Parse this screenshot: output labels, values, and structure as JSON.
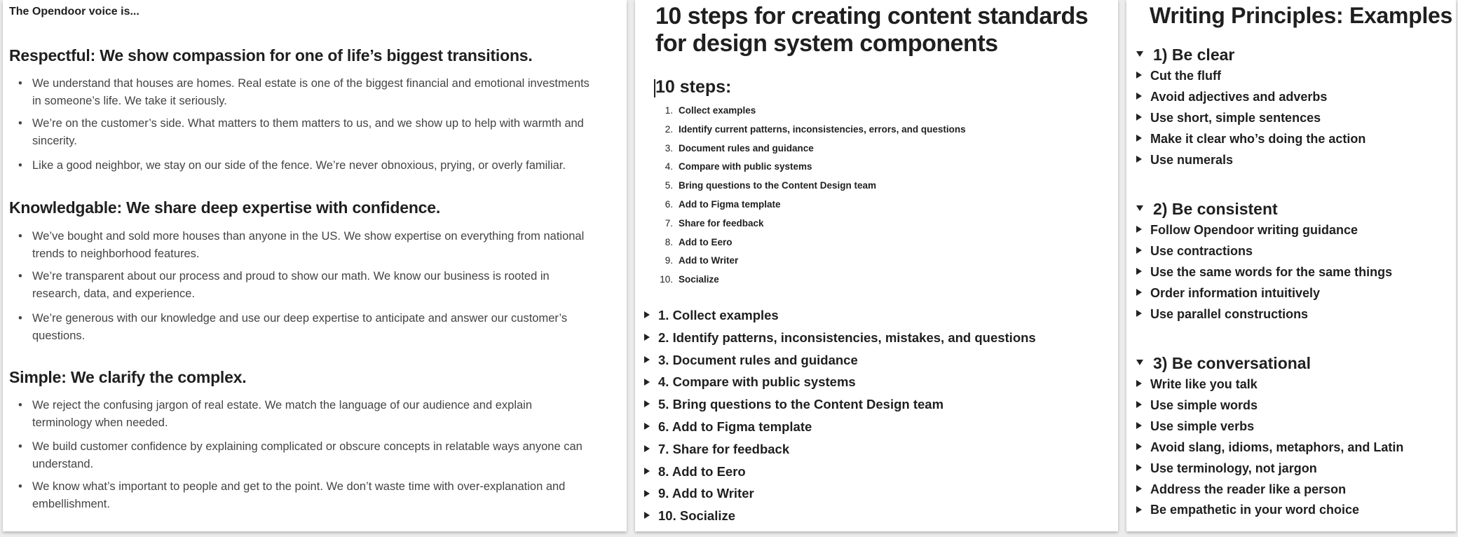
{
  "voice": {
    "intro": "The Opendoor voice is...",
    "sections": [
      {
        "heading": "Respectful: We show compassion for one of life’s biggest transitions.",
        "bullets": [
          "We understand that houses are homes. Real estate is one of the biggest financial and emotional investments in someone’s life. We take it seriously.",
          "We’re on the customer’s side. What matters to them matters to us, and we show up to help with warmth and sincerity.",
          "Like a good neighbor, we stay on our side of the fence. We’re never obnoxious, prying, or overly familiar."
        ]
      },
      {
        "heading": "Knowledgable: We share deep expertise with confidence.",
        "bullets": [
          "We’ve bought and sold more houses than anyone in the US. We show expertise on everything from national trends to neighborhood features.",
          "We’re transparent about our process and proud to show our math. We know our business is rooted in research, data, and experience.",
          "We’re generous with our knowledge and use our deep expertise to anticipate and answer our customer’s questions."
        ]
      },
      {
        "heading": "Simple: We clarify the complex.",
        "bullets": [
          "We reject the confusing jargon of real estate. We match the language of our audience and explain terminology when needed.",
          "We build customer confidence by explaining complicated or obscure concepts in relatable ways anyone can understand.",
          "We know what’s important to people and get to the point. We don’t waste time with over-explanation and embellishment."
        ]
      }
    ]
  },
  "steps": {
    "title": "10 steps for creating content standards for design system components",
    "subheading": "10 steps:",
    "numbered": [
      "Collect examples",
      "Identify current patterns, inconsistencies, errors, and questions",
      "Document rules and guidance",
      "Compare with public systems",
      "Bring questions to the Content Design team",
      "Add to Figma template",
      "Share for feedback",
      "Add to Eero",
      "Add to Writer",
      "Socialize"
    ],
    "toggles": [
      "1. Collect examples",
      "2. Identify patterns, inconsistencies, mistakes, and questions",
      "3. Document rules and guidance",
      "4. Compare with public systems",
      "5. Bring questions to the Content Design team",
      "6. Add to Figma template",
      "7. Share for feedback",
      "8. Add to Eero",
      "9. Add to Writer",
      "10. Socialize"
    ]
  },
  "principles": {
    "title": "Writing Principles: Examples",
    "sections": [
      {
        "heading": "1) Be clear",
        "items": [
          "Cut the fluff",
          "Avoid adjectives and adverbs",
          "Use short, simple sentences",
          "Make it clear who’s doing the action",
          "Use numerals"
        ]
      },
      {
        "heading": "2) Be consistent",
        "items": [
          "Follow Opendoor writing guidance",
          "Use contractions",
          "Use the same words for the same things",
          "Order information intuitively",
          "Use parallel constructions"
        ]
      },
      {
        "heading": "3) Be conversational",
        "items": [
          "Write like you talk",
          "Use simple words",
          "Use simple verbs",
          "Avoid slang, idioms, metaphors, and Latin",
          "Use terminology, not jargon",
          "Address the reader like a person",
          "Be empathetic in your word choice"
        ]
      }
    ]
  }
}
